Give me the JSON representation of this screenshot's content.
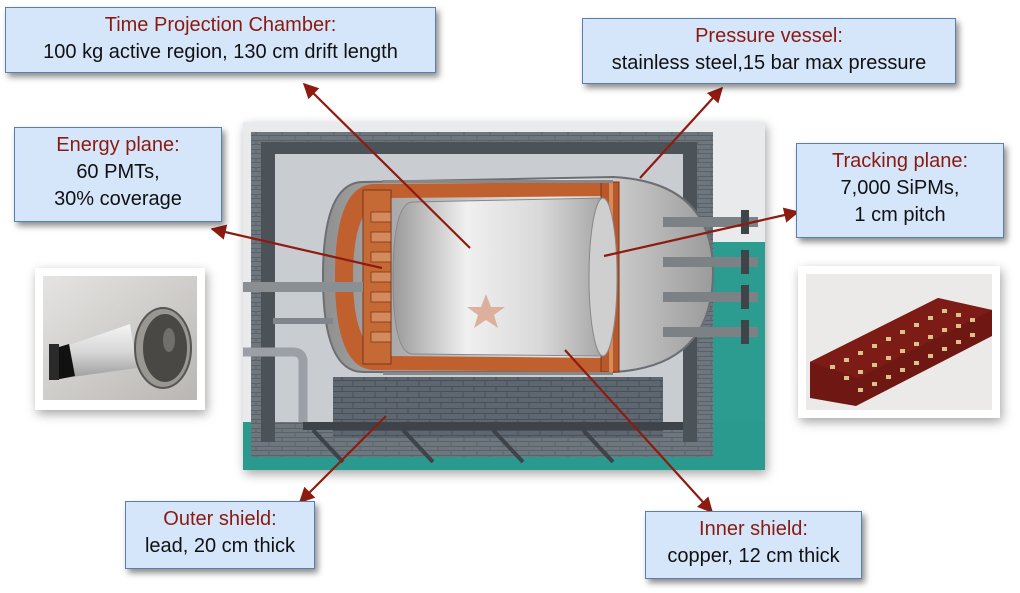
{
  "labels": {
    "tpc": {
      "title": "Time Projection Chamber:",
      "lines": [
        "100 kg active region, 130 cm drift length"
      ]
    },
    "pressure": {
      "title": "Pressure vessel:",
      "lines": [
        "stainless steel,15 bar max pressure"
      ]
    },
    "energy": {
      "title": "Energy plane:",
      "lines": [
        "60 PMTs,",
        "30% coverage"
      ]
    },
    "tracking": {
      "title": "Tracking plane:",
      "lines": [
        "7,000 SiPMs,",
        "1 cm pitch"
      ]
    },
    "outer": {
      "title": "Outer shield:",
      "lines": [
        "lead, 20 cm thick"
      ]
    },
    "inner": {
      "title": "Inner shield:",
      "lines": [
        "copper, 12 cm thick"
      ]
    }
  },
  "colors": {
    "arrow": "#8e1b10",
    "title_text": "#8a1a10",
    "box_fill": "#d6e6fa",
    "box_border": "#5a7fae",
    "copper": "#c0602f",
    "teal": "#2a9a8e",
    "steel_dark": "#5f6468"
  }
}
